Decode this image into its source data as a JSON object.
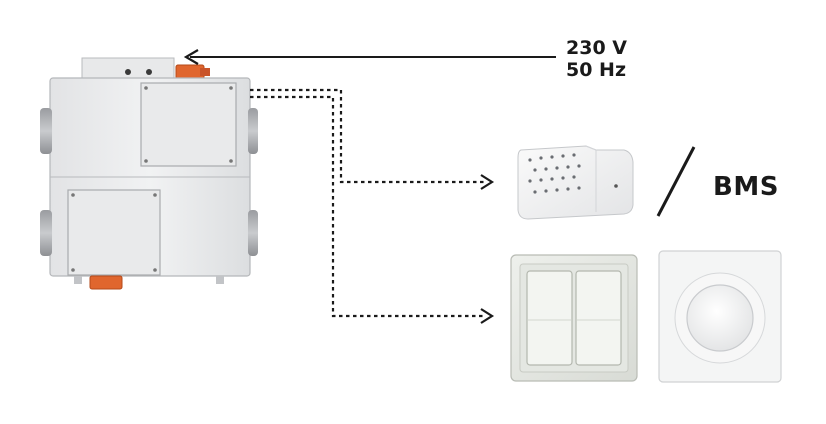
{
  "power": {
    "voltage": "230 V",
    "frequency": "50 Hz"
  },
  "bms": {
    "label": "BMS"
  }
}
